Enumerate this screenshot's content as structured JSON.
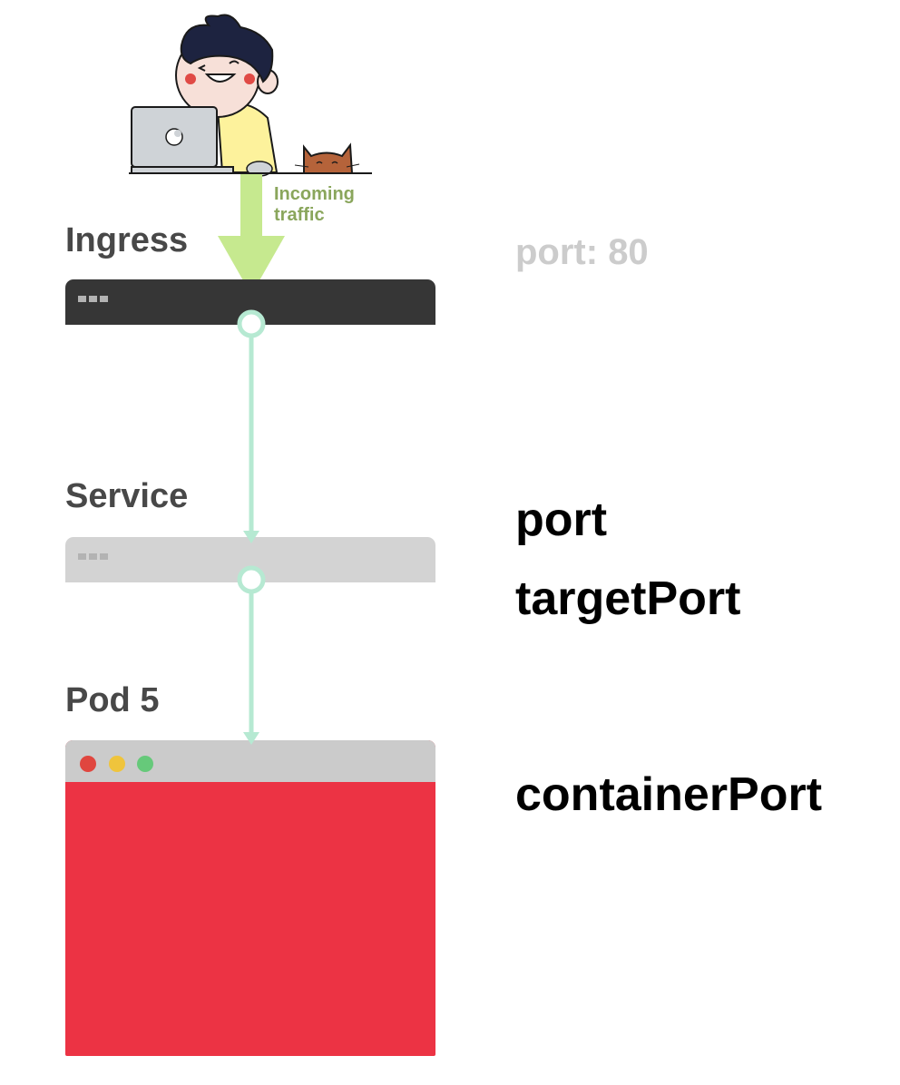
{
  "labels": {
    "incoming_line1": "Incoming",
    "incoming_line2": "traffic",
    "ingress": "Ingress",
    "service": "Service",
    "pod": "Pod 5",
    "ingress_port": "port: 80",
    "service_port": "port",
    "service_target_port": "targetPort",
    "container_port": "containerPort"
  },
  "colors": {
    "ingress_bar": "#363636",
    "service_bar": "#d3d3d3",
    "pod_titlebar": "#cbcbcb",
    "pod_body": "#ec3344",
    "connector": "#b6e9d2",
    "incoming_arrow": "#c6e98f",
    "traffic_text": "#8aa65c",
    "window_red": "#e0463f",
    "window_yellow": "#efc43c",
    "window_green": "#66c97a"
  },
  "icons": [
    "developer-illustration",
    "laptop-icon",
    "cat-illustration"
  ]
}
